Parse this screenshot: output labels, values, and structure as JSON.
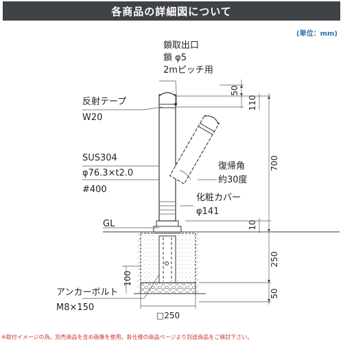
{
  "header": {
    "title": "各商品の詳細図について"
  },
  "unit_label": "(単位：mm)",
  "footnote": "※取付イメージの為、別売商品を含め画像を使用。各仕様の商品ページより別途商品をご検討下さい。",
  "labels": {
    "chain_line1": "鎖取出口",
    "chain_line2": "鎖 φ5",
    "chain_line3": "2mピッチ用",
    "tape_line1": "反射テープ",
    "tape_line2": "W20",
    "material_line1": "SUS304",
    "material_line2": "φ76.3×t2.0",
    "material_line3": "#400",
    "return_line1": "復帰角",
    "return_line2": "約30度",
    "cover_line1": "化粧カバー",
    "cover_line2": "φ141",
    "gl": "GL",
    "anchor_line1": "アンカーボルト",
    "anchor_line2": "M8×150"
  },
  "dimensions": {
    "d50_top": "50",
    "d110": "110",
    "d700": "700",
    "d10": "10",
    "d250_right": "250",
    "d50_bottom": "50",
    "d100": "100",
    "d250_bottom": "□250"
  },
  "colors": {
    "banner": "#3f4246",
    "unit": "#2b6fa8",
    "note": "#d0312d"
  }
}
